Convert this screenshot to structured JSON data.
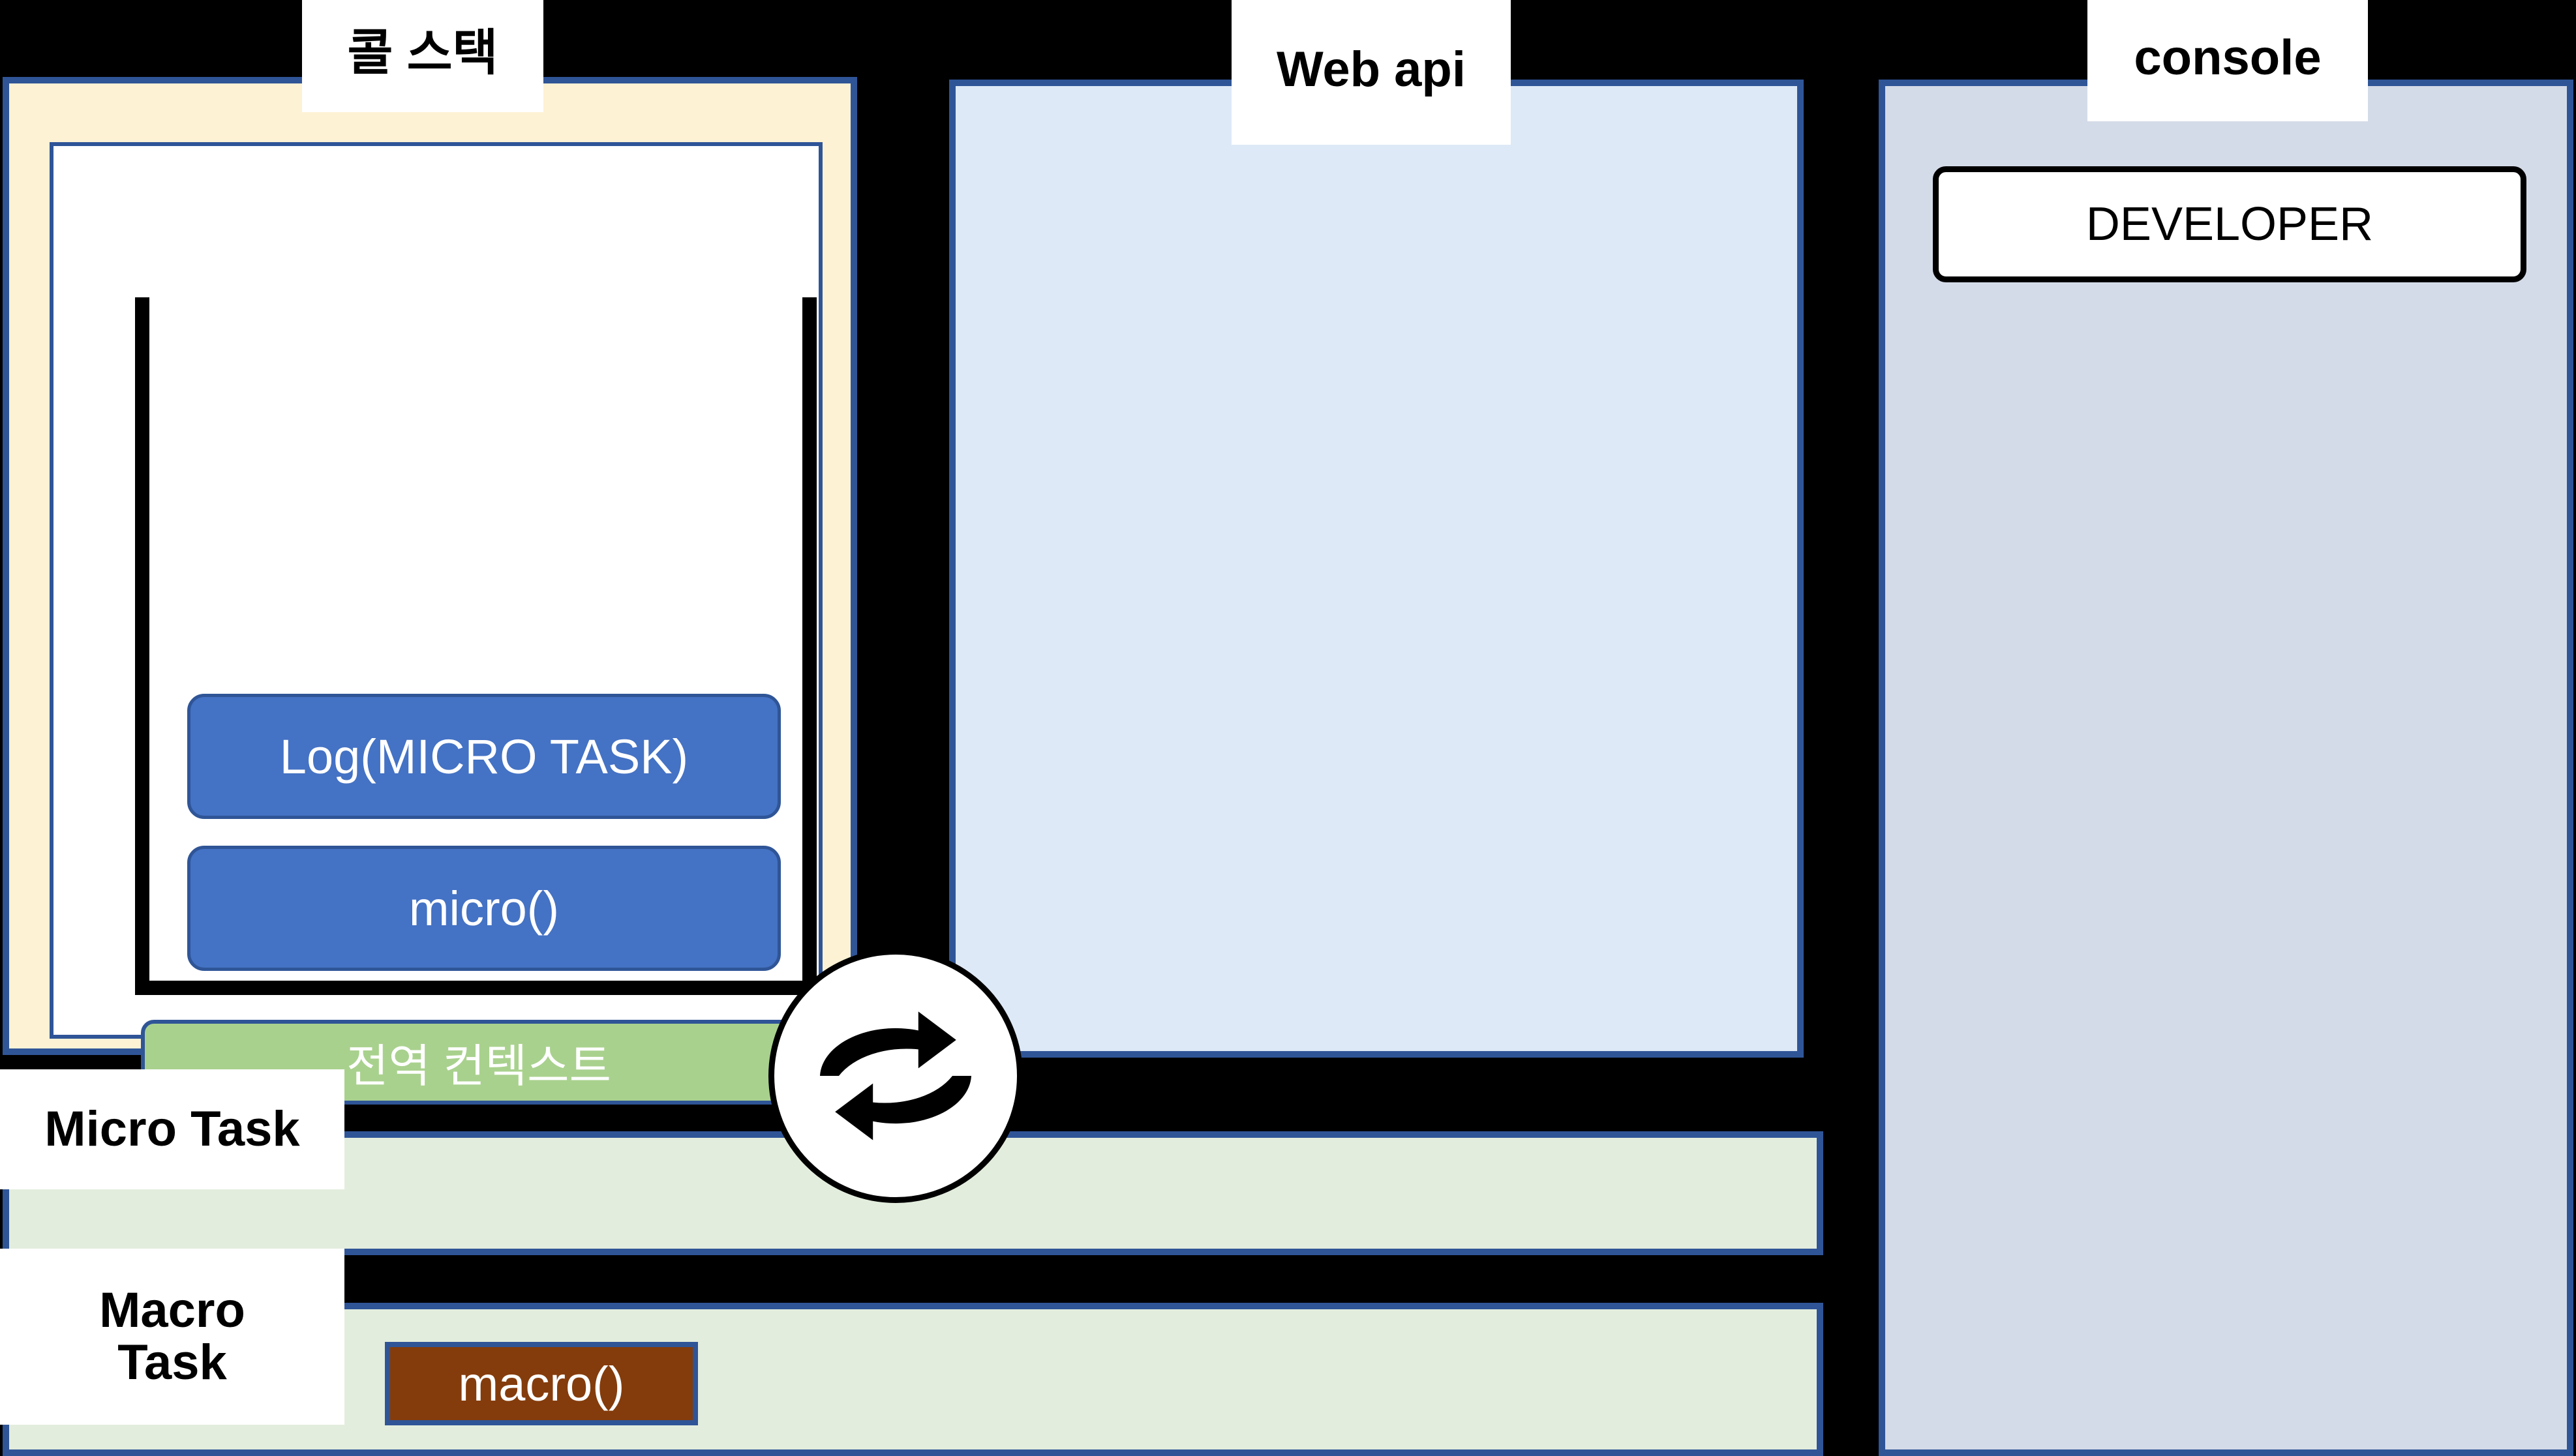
{
  "diagram": {
    "title": "JavaScript Event Loop Diagram",
    "colors": {
      "background": "#000000",
      "panel_border": "#2F5597",
      "callstack_bg": "#FDF2D4",
      "webapi_bg": "#DEE9F7",
      "console_bg": "#D4DBE8",
      "queue_bg": "#E3EDDD",
      "stack_item": "#4472C4",
      "global_context": "#A9D18E",
      "macro_item": "#843C0C"
    }
  },
  "callstack": {
    "label": "콜 스택",
    "items": [
      {
        "label": "Log(MICRO TASK)"
      },
      {
        "label": "micro()"
      }
    ],
    "global_context_label": "전역 컨텍스트"
  },
  "webapi": {
    "label": "Web api",
    "items": []
  },
  "console": {
    "label": "console",
    "entries": [
      {
        "label": "DEVELOPER"
      }
    ]
  },
  "microtask": {
    "label": "Micro Task",
    "items": []
  },
  "macrotask": {
    "label_line1": "Macro",
    "label_line2": "Task",
    "items": [
      {
        "label": "macro()"
      }
    ]
  },
  "eventloop": {
    "icon": "loop-arrows-icon"
  }
}
